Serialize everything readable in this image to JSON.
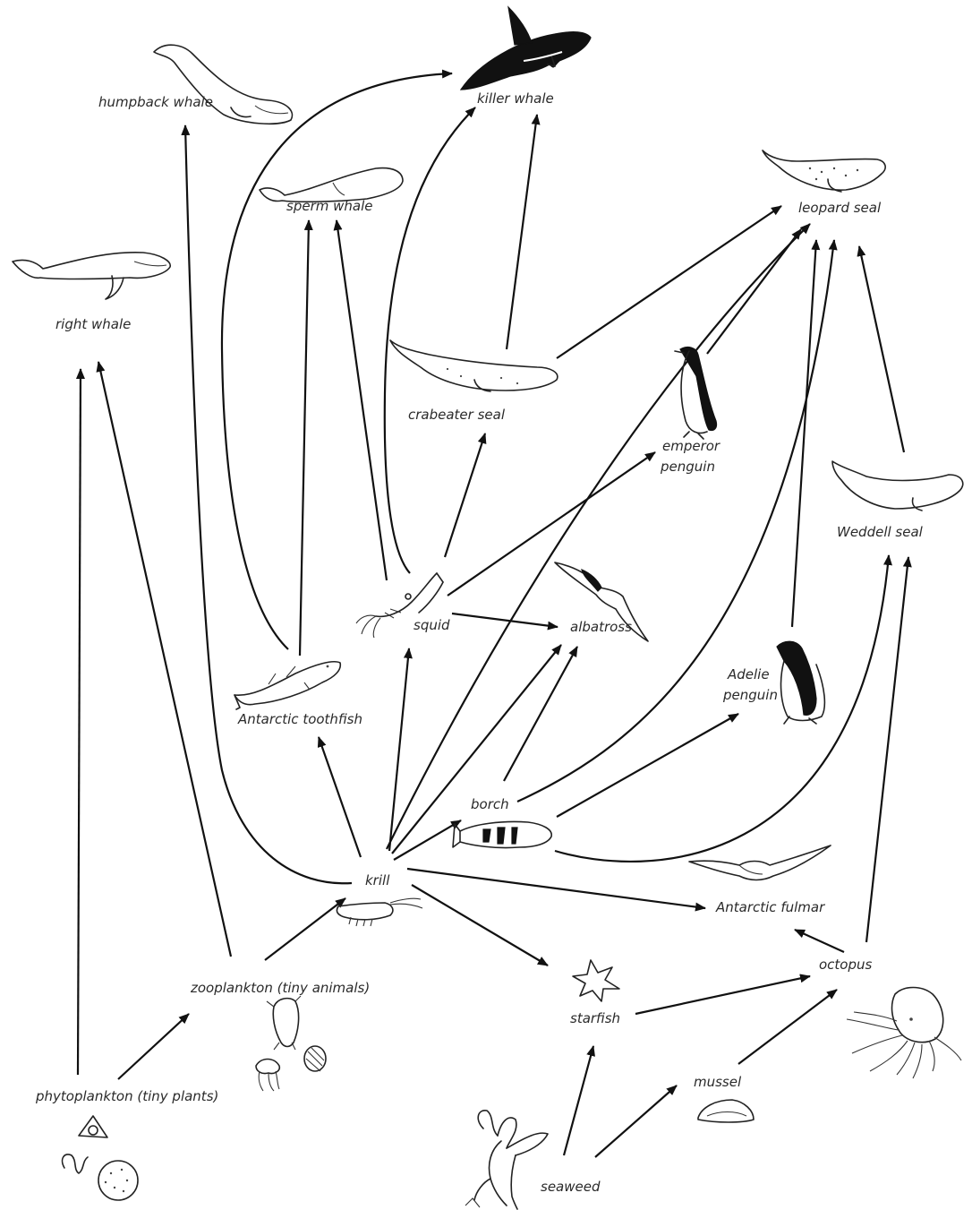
{
  "organisms": {
    "humpback_whale": "humpback whale",
    "killer_whale": "killer whale",
    "sperm_whale": "sperm whale",
    "leopard_seal": "leopard seal",
    "right_whale": "right whale",
    "crabeater_seal": "crabeater seal",
    "emperor_penguin_1": "emperor",
    "emperor_penguin_2": "penguin",
    "weddell_seal": "Weddell seal",
    "squid": "squid",
    "albatross": "albatross",
    "adelie_penguin_1": "Adelie",
    "adelie_penguin_2": "penguin",
    "antarctic_toothfish": "Antarctic toothfish",
    "borch": "borch",
    "krill": "krill",
    "antarctic_fulmar": "Antarctic fulmar",
    "octopus": "octopus",
    "zooplankton": "zooplankton (tiny animals)",
    "starfish": "starfish",
    "mussel": "mussel",
    "phytoplankton": "phytoplankton (tiny plants)",
    "seaweed": "seaweed"
  }
}
